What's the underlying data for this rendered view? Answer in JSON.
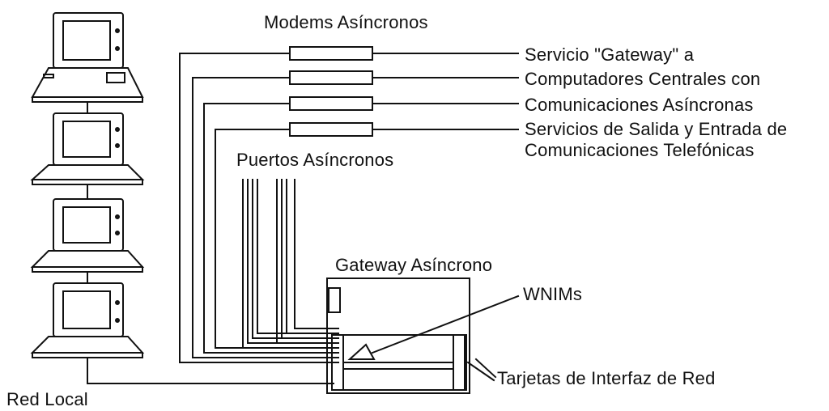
{
  "diagram": {
    "labels": {
      "modems": "Modems Asíncronos",
      "service_line1": "Servicio \"Gateway\" a",
      "service_line2": "Computadores Centrales con",
      "service_line3": "Comunicaciones Asíncronas",
      "service_line4": "Servicios de Salida y Entrada de",
      "service_line5": "Comunicaciones Telefónicas",
      "ports": "Puertos Asíncronos",
      "gateway": "Gateway Asíncrono",
      "wnims": "WNIMs",
      "nic": "Tarjetas de Interfaz de Red",
      "lan": "Red Local"
    },
    "stroke_color": "#111111"
  }
}
